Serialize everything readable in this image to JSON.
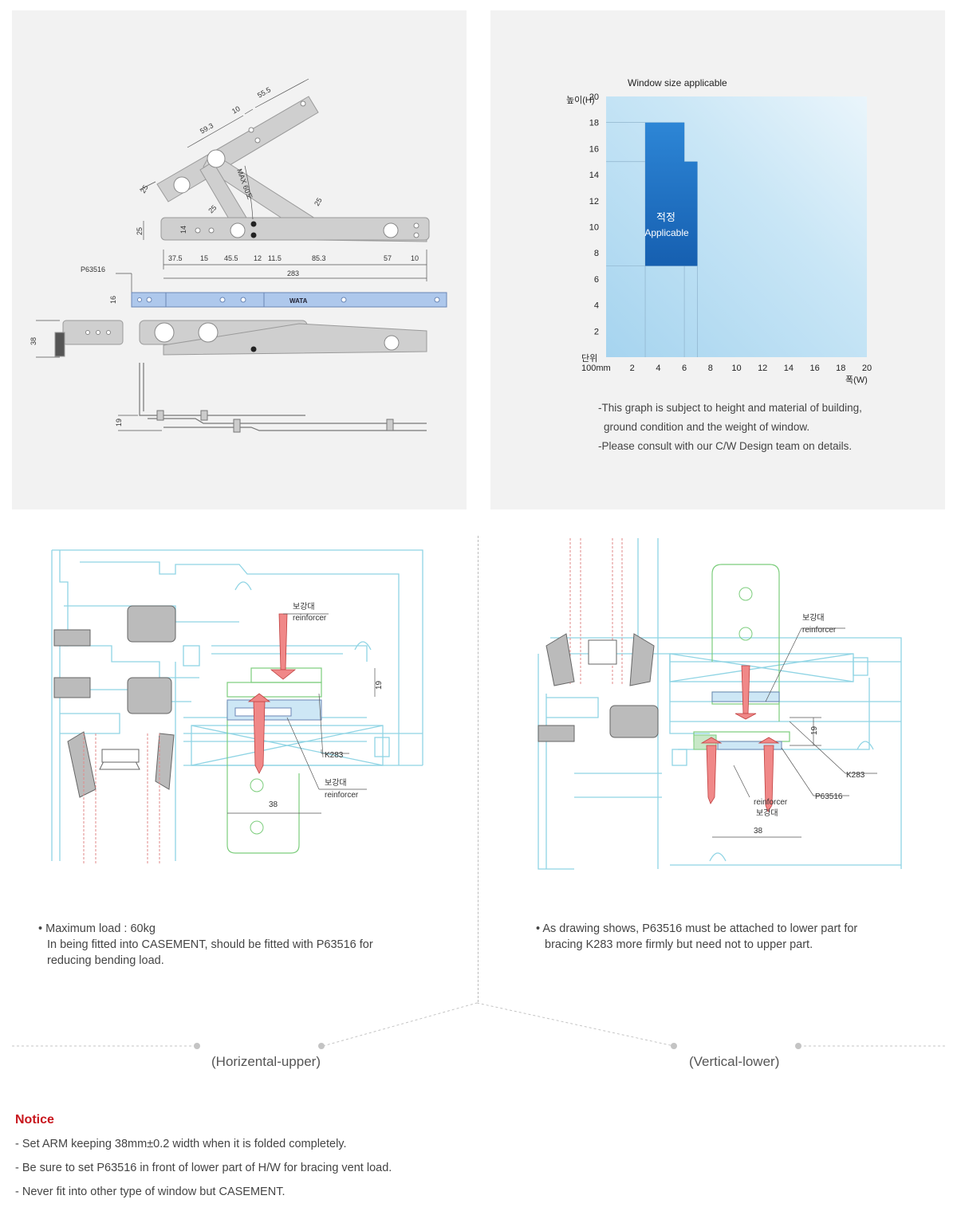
{
  "hardware_drawing": {
    "dims_top": {
      "d1": "55.5",
      "d2": "10",
      "d3": "59.3",
      "d4": "MAX 60도",
      "d5": "25",
      "d6": "25",
      "d7": "25",
      "d8": "25",
      "d9": "14"
    },
    "dims_row": [
      "37.5",
      "15",
      "45.5",
      "12",
      "11.5",
      "85.3",
      "57",
      "10"
    ],
    "total_length": "283",
    "part_label": "P63516",
    "part_height": "16",
    "brand": "WATA",
    "folded_width": "38",
    "side_height": "19"
  },
  "chart_data": {
    "type": "area",
    "title": "Window size applicable",
    "ylabel": "높이(H)",
    "xlabel": "폭(W)",
    "unit_label": "단위",
    "unit_value": "100mm",
    "x_ticks": [
      "2",
      "4",
      "6",
      "8",
      "10",
      "12",
      "14",
      "16",
      "18",
      "20"
    ],
    "y_ticks": [
      "2",
      "4",
      "6",
      "8",
      "10",
      "12",
      "14",
      "16",
      "18",
      "20"
    ],
    "xlim": [
      0,
      20
    ],
    "ylim": [
      0,
      20
    ],
    "region_label_kr": "적정",
    "region_label_en": "Applicable",
    "region_polygon": [
      [
        3,
        7
      ],
      [
        3,
        18
      ],
      [
        6,
        18
      ],
      [
        6,
        15
      ],
      [
        7,
        15
      ],
      [
        7,
        7
      ]
    ],
    "colors": {
      "region": "#1f6fc0",
      "background": "#bfe2f4"
    }
  },
  "graph_notes": [
    "-This graph is subject to height and material of building,",
    "ground condition and the weight of window.",
    "-Please consult with our C/W Design team on details."
  ],
  "section_left": {
    "reinforcer_kr_1": "보강대",
    "reinforcer_en_1": "reinforcer",
    "dim_19": "19",
    "part": "K283",
    "reinforcer_kr_2": "보강대",
    "reinforcer_en_2": "reinforcer",
    "dim_38": "38"
  },
  "section_right": {
    "reinforcer_kr_1": "보강대",
    "reinforcer_en_1": "reinforcer",
    "dim_19": "19",
    "part_k": "K283",
    "part_p": "P63516",
    "reinforcer_en_2": "reinforcer",
    "reinforcer_kr_2": "보강대",
    "dim_38": "38"
  },
  "left_note": {
    "line1": "Maximum load : 60kg",
    "line2": "In being fitted into CASEMENT, should be fitted with P63516 for",
    "line3": "reducing bending load."
  },
  "right_note": {
    "line1": "As drawing shows, P63516 must be attached to lower part for",
    "line2": "bracing K283 more firmly but need not to upper part."
  },
  "captions": {
    "left": "(Horizental-upper)",
    "right": "(Vertical-lower)"
  },
  "notice": {
    "title": "Notice",
    "items": [
      "- Set ARM keeping 38mm±0.2 width when it is folded completely.",
      "- Be sure to set P63516 in front of lower part of H/W for bracing vent load.",
      "- Never fit into other type of window but CASEMENT."
    ]
  }
}
